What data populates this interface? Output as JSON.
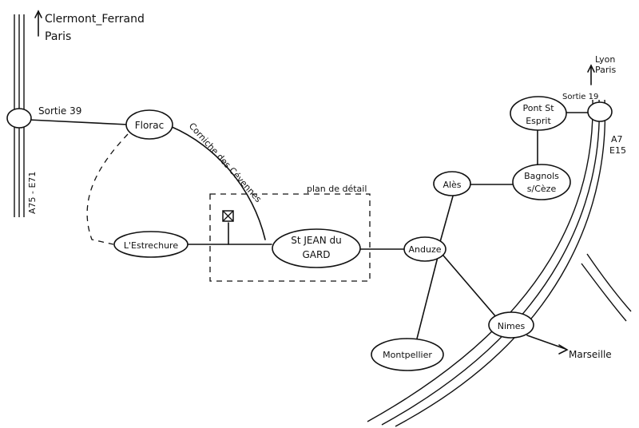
{
  "top_left_directions": {
    "line1": "Clermont_Ferrand",
    "line2": "Paris"
  },
  "top_right_directions": {
    "line1": "Lyon",
    "line2": "Paris"
  },
  "exits": {
    "left": "Sortie 39",
    "right": "Sortie 19"
  },
  "highways": {
    "left": "A75 - E71",
    "right_line1": "A7",
    "right_line2": "E15"
  },
  "places": {
    "florac": "Florac",
    "estrechure": "L'Estrechure",
    "stjean_line1": "St JEAN du",
    "stjean_line2": "GARD",
    "anduze": "Anduze",
    "ales": "Alès",
    "bagnols_line1": "Bagnols",
    "bagnols_line2": "s/Cèze",
    "pont_line1": "Pont St",
    "pont_line2": "Esprit",
    "nimes": "Nimes",
    "montpellier": "Montpellier"
  },
  "road_labels": {
    "corniche": "Corniche des Cévennes",
    "detail_box": "plan de détail",
    "marseille": "Marseille"
  }
}
